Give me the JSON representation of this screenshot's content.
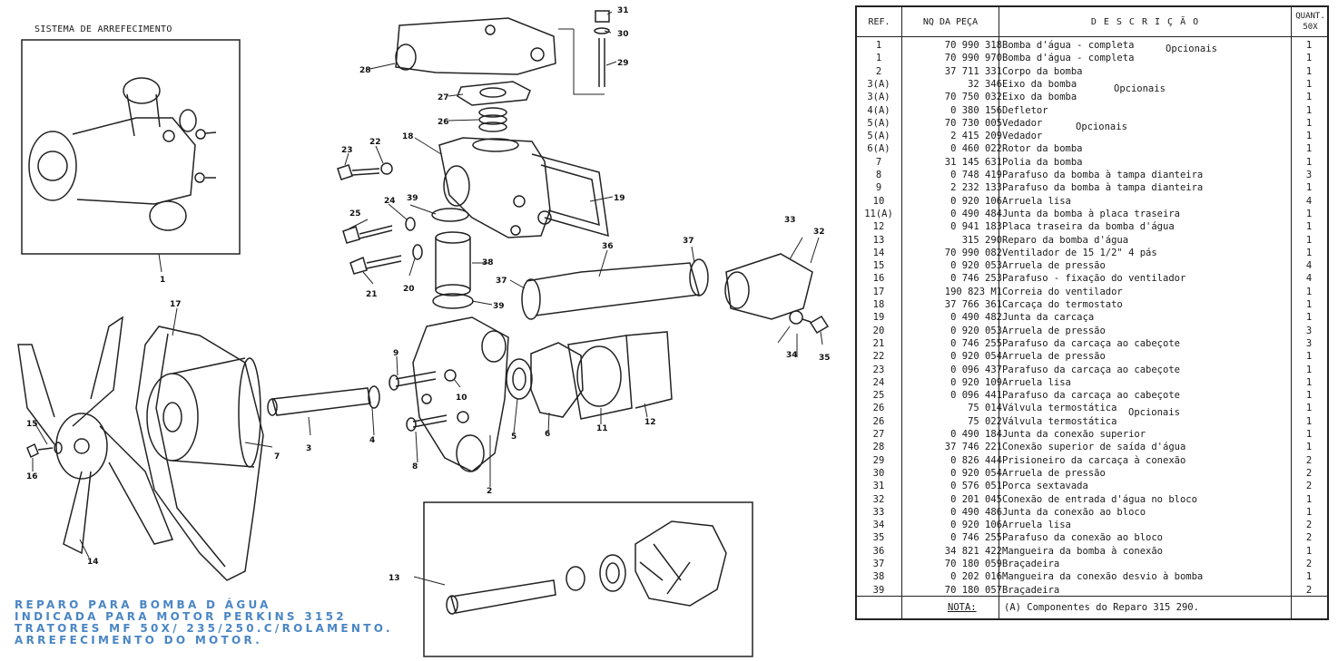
{
  "diagram": {
    "section_title": "SISTEMA DE ARREFECIMENTO",
    "callouts": [
      "1",
      "2",
      "3",
      "4",
      "5",
      "6",
      "7",
      "8",
      "9",
      "10",
      "11",
      "12",
      "13",
      "14",
      "15",
      "16",
      "17",
      "18",
      "19",
      "20",
      "21",
      "22",
      "23",
      "24",
      "25",
      "26",
      "27",
      "28",
      "29",
      "30",
      "31",
      "32",
      "33",
      "34",
      "35",
      "36",
      "37",
      "37",
      "38",
      "39",
      "39"
    ]
  },
  "caption": {
    "lines": [
      "REPARO PARA BOMBA D ÁGUA",
      "INDICADA PARA MOTOR PERKINS 3152",
      "TRATORES MF 50X/ 235/250.C/ROLAMENTO.",
      "ARREFECIMENTO DO MOTOR."
    ],
    "color": "#4a86c5"
  },
  "table": {
    "headers": {
      "ref": "REF.",
      "part_no": "NQ DA PEÇA",
      "description": "D E S C R I Ç Ã O",
      "quantity_line1": "QUANT.",
      "quantity_line2": "50X"
    },
    "rows": [
      {
        "ref": "1",
        "part_no": "70 990 318",
        "description": "Bomba d'água - completa",
        "qty": "1"
      },
      {
        "ref": "1",
        "part_no": "70 990 970",
        "description": "Bomba d'água - completa",
        "qty": "1"
      },
      {
        "ref": "2",
        "part_no": "37 711 331",
        "description": "Corpo da bomba",
        "qty": "1"
      },
      {
        "ref": "3(A)",
        "part_no": "32 346",
        "description": "Eixo da bomba",
        "qty": "1"
      },
      {
        "ref": "3(A)",
        "part_no": "70 750 032",
        "description": "Eixo da bomba",
        "qty": "1"
      },
      {
        "ref": "4(A)",
        "part_no": "0 380 156",
        "description": "Defletor",
        "qty": "1"
      },
      {
        "ref": "5(A)",
        "part_no": "70 730 005",
        "description": "Vedador",
        "qty": "1"
      },
      {
        "ref": "5(A)",
        "part_no": "2 415 209",
        "description": "Vedador",
        "qty": "1"
      },
      {
        "ref": "6(A)",
        "part_no": "0 460 022",
        "description": "Rotor da bomba",
        "qty": "1"
      },
      {
        "ref": "7",
        "part_no": "31 145 631",
        "description": "Polia da bomba",
        "qty": "1"
      },
      {
        "ref": "8",
        "part_no": "0 748 419",
        "description": "Parafuso da bomba à tampa dianteira",
        "qty": "3"
      },
      {
        "ref": "9",
        "part_no": "2 232 133",
        "description": "Parafuso da bomba à tampa dianteira",
        "qty": "1"
      },
      {
        "ref": "10",
        "part_no": "0 920 106",
        "description": "Arruela lisa",
        "qty": "4"
      },
      {
        "ref": "11(A)",
        "part_no": "0 490 484",
        "description": "Junta da bomba à placa traseira",
        "qty": "1"
      },
      {
        "ref": "12",
        "part_no": "0 941 183",
        "description": "Placa traseira da bomba d'água",
        "qty": "1"
      },
      {
        "ref": "13",
        "part_no": "315 290",
        "description": "Reparo da bomba d'água",
        "qty": "1"
      },
      {
        "ref": "14",
        "part_no": "70 990 082",
        "description": "Ventilador de 15 1/2\" 4 pás",
        "qty": "1"
      },
      {
        "ref": "15",
        "part_no": "0 920 053",
        "description": "Arruela de pressão",
        "qty": "4"
      },
      {
        "ref": "16",
        "part_no": "0 746 253",
        "description": "Parafuso - fixação do ventilador",
        "qty": "4"
      },
      {
        "ref": "17",
        "part_no": "190 823 M1",
        "description": "Correia do ventilador",
        "qty": "1"
      },
      {
        "ref": "18",
        "part_no": "37 766 361",
        "description": "Carcaça do termostato",
        "qty": "1"
      },
      {
        "ref": "19",
        "part_no": "0 490 482",
        "description": "Junta da carcaça",
        "qty": "1"
      },
      {
        "ref": "20",
        "part_no": "0 920 053",
        "description": "Arruela de pressão",
        "qty": "3"
      },
      {
        "ref": "21",
        "part_no": "0 746 255",
        "description": "Parafuso da carcaça ao cabeçote",
        "qty": "3"
      },
      {
        "ref": "22",
        "part_no": "0 920 054",
        "description": "Arruela de pressão",
        "qty": "1"
      },
      {
        "ref": "23",
        "part_no": "0 096 437",
        "description": "Parafuso da carcaça ao cabeçote",
        "qty": "1"
      },
      {
        "ref": "24",
        "part_no": "0 920 109",
        "description": "Arruela lisa",
        "qty": "1"
      },
      {
        "ref": "25",
        "part_no": "0 096 441",
        "description": "Parafuso da carcaça ao cabeçote",
        "qty": "1"
      },
      {
        "ref": "26",
        "part_no": "75 014",
        "description": "Válvula termostática",
        "qty": "1"
      },
      {
        "ref": "26",
        "part_no": "75 022",
        "description": "Válvula termostática",
        "qty": "1"
      },
      {
        "ref": "27",
        "part_no": "0 490 184",
        "description": "Junta da conexão superior",
        "qty": "1"
      },
      {
        "ref": "28",
        "part_no": "37 746 221",
        "description": "Conexão superior de saída d'água",
        "qty": "1"
      },
      {
        "ref": "29",
        "part_no": "0 826 444",
        "description": "Prisioneiro da carcaça à conexão",
        "qty": "2"
      },
      {
        "ref": "30",
        "part_no": "0 920 054",
        "description": "Arruela de pressão",
        "qty": "2"
      },
      {
        "ref": "31",
        "part_no": "0 576 051",
        "description": "Porca sextavada",
        "qty": "2"
      },
      {
        "ref": "32",
        "part_no": "0 201 045",
        "description": "Conexão de entrada d'água no bloco",
        "qty": "1"
      },
      {
        "ref": "33",
        "part_no": "0 490 486",
        "description": "Junta da conexão ao bloco",
        "qty": "1"
      },
      {
        "ref": "34",
        "part_no": "0 920 106",
        "description": "Arruela lisa",
        "qty": "2"
      },
      {
        "ref": "35",
        "part_no": "0 746 255",
        "description": "Parafuso da conexão ao bloco",
        "qty": "2"
      },
      {
        "ref": "36",
        "part_no": "34 821 422",
        "description": "Mangueira da bomba à conexão",
        "qty": "1"
      },
      {
        "ref": "37",
        "part_no": "70 180 059",
        "description": "Braçadeira",
        "qty": "2"
      },
      {
        "ref": "38",
        "part_no": "0 202 016",
        "description": "Mangueira da conexão desvio à bomba",
        "qty": "1"
      },
      {
        "ref": "39",
        "part_no": "70 180 057",
        "description": "Braçadeira",
        "qty": "2"
      }
    ],
    "brace_label": "Opcionais",
    "nota_label": "NOTA:",
    "nota_text": "(A) Componentes do Reparo  315 290."
  }
}
